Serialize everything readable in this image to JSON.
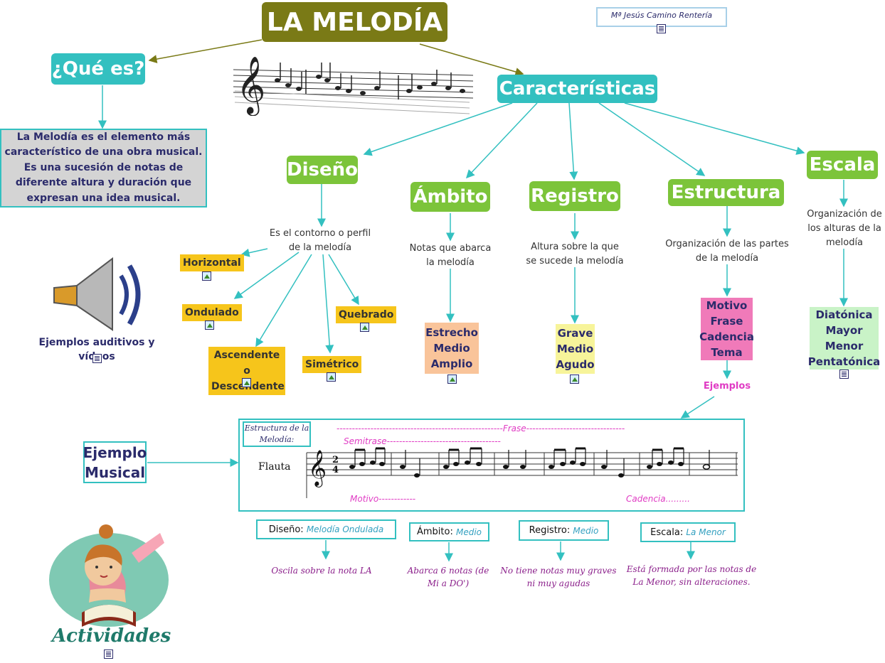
{
  "title": "LA MELODÍA",
  "author": "Mª Jesús Camino Rentería",
  "que_es": {
    "label": "¿Qué es?",
    "definition": "La Melodía es el elemento más característico de una obra musical. Es una sucesión de notas de diferente altura y duración que expresan una idea musical."
  },
  "caracteristicas": "Características",
  "audio": {
    "label": "Ejemplos auditivos y vídeos"
  },
  "diseno": {
    "label": "Diseño",
    "desc": "Es el contorno o perfil de la melodía",
    "types": {
      "horizontal": "Horizontal",
      "ondulado": "Ondulado",
      "ascendente": "Ascendente o Descendente",
      "simetrico": "Simétrico",
      "quebrado": "Quebrado"
    }
  },
  "ambito": {
    "label": "Ámbito",
    "desc": "Notas que abarca la melodía",
    "items": "Estrecho Medio Amplio"
  },
  "registro": {
    "label": "Registro",
    "desc": "Altura sobre la que se sucede la melodía",
    "items": "Grave Medio Agudo"
  },
  "estructura": {
    "label": "Estructura",
    "desc": "Organización de las partes de la melodía",
    "items": "Motivo Frase Cadencia Tema",
    "ejemplos": "Ejemplos"
  },
  "escala": {
    "label": "Escala",
    "desc": "Organización de los alturas de la melodía",
    "items": "Diatónica Mayor Menor Pentatónica"
  },
  "ejemplo_musical": {
    "label": "Ejemplo Musical",
    "struct_label": "Estructura de la Melodía:",
    "frase": "------------------------------------------------------Frase--------------------------------",
    "semifrase": "Semitrase-------------------------------------",
    "instrument": "Flauta",
    "motivo": "Motivo------------",
    "cadencia": "Cadencia.........",
    "time_sig": "2/4"
  },
  "analysis": {
    "diseno": {
      "key": "Diseño:",
      "val": "Melodía Ondulada",
      "note": "Oscila sobre la nota LA"
    },
    "ambito": {
      "key": "Ámbito:",
      "val": "Medio",
      "note": "Abarca 6 notas (de Mi a DO')"
    },
    "registro": {
      "key": "Registro:",
      "val": "Medio",
      "note": "No tiene notas muy graves ni muy agudas"
    },
    "escala": {
      "key": "Escala:",
      "val": "La Menor",
      "note": "Está formada por las notas de La Menor, sin alteraciones."
    }
  },
  "actividades": "Actividades",
  "colors": {
    "olive": "#7a7a16",
    "teal": "#33c0c0",
    "green": "#7cc43a",
    "yellow": "#f6c51b",
    "peach": "#f9c49a",
    "lightyellow": "#f7f49a",
    "pink": "#f07ab9",
    "mint": "#c9f3c7"
  }
}
